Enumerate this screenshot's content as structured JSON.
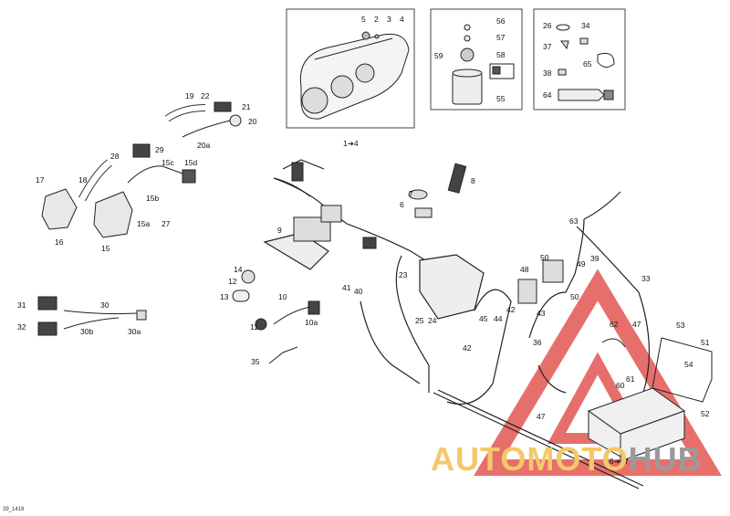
{
  "diagram": {
    "figure_code": "39_1419",
    "watermark": {
      "part1": "AUTOMOTO",
      "part2": "HUB",
      "color_1": "#f2c96a",
      "color_2": "#9a9a9a",
      "triangle_color": "#e0403a"
    },
    "labels": {
      "l5": "5",
      "l2": "2",
      "l3": "3",
      "l4": "4",
      "l14": "1➔4",
      "l56": "56",
      "l57": "57",
      "l59": "59",
      "l58": "58",
      "l55": "55",
      "l26": "26",
      "l34": "34",
      "l37": "37",
      "l65": "65",
      "l38": "38",
      "l64": "64",
      "l19": "19",
      "l22": "22",
      "l21": "21",
      "l20": "20",
      "l20a": "20a",
      "l28": "28",
      "l29": "29",
      "l15c": "15c",
      "l15d": "15d",
      "l18": "18",
      "l17": "17",
      "l15b": "15b",
      "l15a": "15a",
      "l27": "27",
      "l16": "16",
      "l15": "15",
      "l8": "8",
      "l7": "7",
      "l6": "6",
      "l9": "9",
      "l63": "63",
      "l39": "39",
      "l33": "33",
      "l50a": "50",
      "l49": "49",
      "l48": "48",
      "l50b": "50",
      "l23": "23",
      "l14n": "14",
      "l12": "12",
      "l13": "13",
      "l41": "41",
      "l40": "40",
      "l42a": "42",
      "l43": "43",
      "l25": "25",
      "l24": "24",
      "l45": "45",
      "l44": "44",
      "l42b": "42",
      "l10": "10",
      "l10a": "10a",
      "l11": "11",
      "l35": "35",
      "l31": "31",
      "l32": "32",
      "l30": "30",
      "l30b": "30b",
      "l30a": "30a",
      "l36": "36",
      "l62": "62",
      "l47a": "47",
      "l53": "53",
      "l51": "51",
      "l61": "61",
      "l54": "54",
      "l60": "60",
      "l47b": "47",
      "l52": "52",
      "l4647": "46➔47"
    }
  }
}
